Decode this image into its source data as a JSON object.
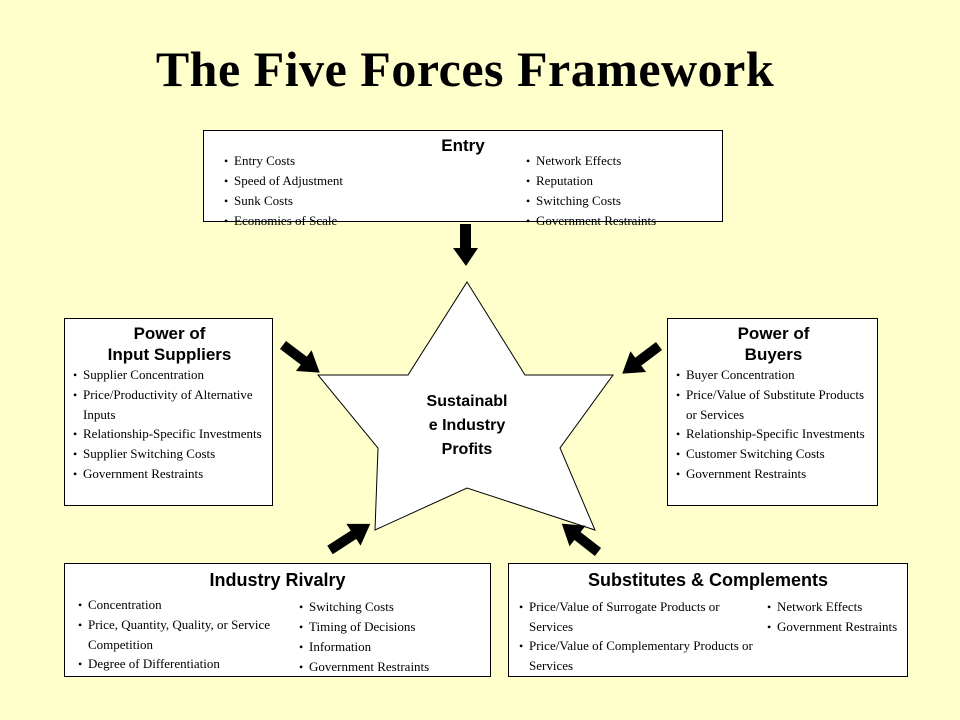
{
  "title": "The Five Forces Framework",
  "center": {
    "line1": "Sustainabl",
    "line2": "e Industry",
    "line3": "Profits"
  },
  "entry": {
    "title": "Entry",
    "left_items": [
      "Entry Costs",
      "Speed of Adjustment",
      "Sunk Costs",
      "Economies of Scale"
    ],
    "right_items": [
      "Network Effects",
      "Reputation",
      "Switching Costs",
      "Government Restraints"
    ]
  },
  "suppliers": {
    "title_line1": "Power of",
    "title_line2": "Input Suppliers",
    "items": [
      "Supplier Concentration",
      "Price/Productivity of Alternative Inputs",
      "Relationship-Specific Investments",
      "Supplier Switching Costs",
      "Government Restraints"
    ]
  },
  "buyers": {
    "title_line1": "Power of",
    "title_line2": "Buyers",
    "items": [
      "Buyer Concentration",
      "Price/Value of Substitute Products or Services",
      "Relationship-Specific Investments",
      "Customer Switching Costs",
      "Government Restraints"
    ]
  },
  "rivalry": {
    "title": "Industry Rivalry",
    "left_items": [
      "Concentration",
      "Price, Quantity, Quality, or Service Competition",
      "Degree of Differentiation"
    ],
    "right_items": [
      "Switching Costs",
      "Timing  of Decisions",
      "Information",
      "Government Restraints"
    ]
  },
  "substitutes": {
    "title": "Substitutes & Complements",
    "left_items": [
      "Price/Value of Surrogate Products or Services",
      "Price/Value of Complementary Products or Services"
    ],
    "right_items": [
      "Network Effects",
      "Government Restraints"
    ]
  },
  "colors": {
    "background": "#FFFFCC",
    "box": "#FFFFFF",
    "line": "#000000"
  }
}
